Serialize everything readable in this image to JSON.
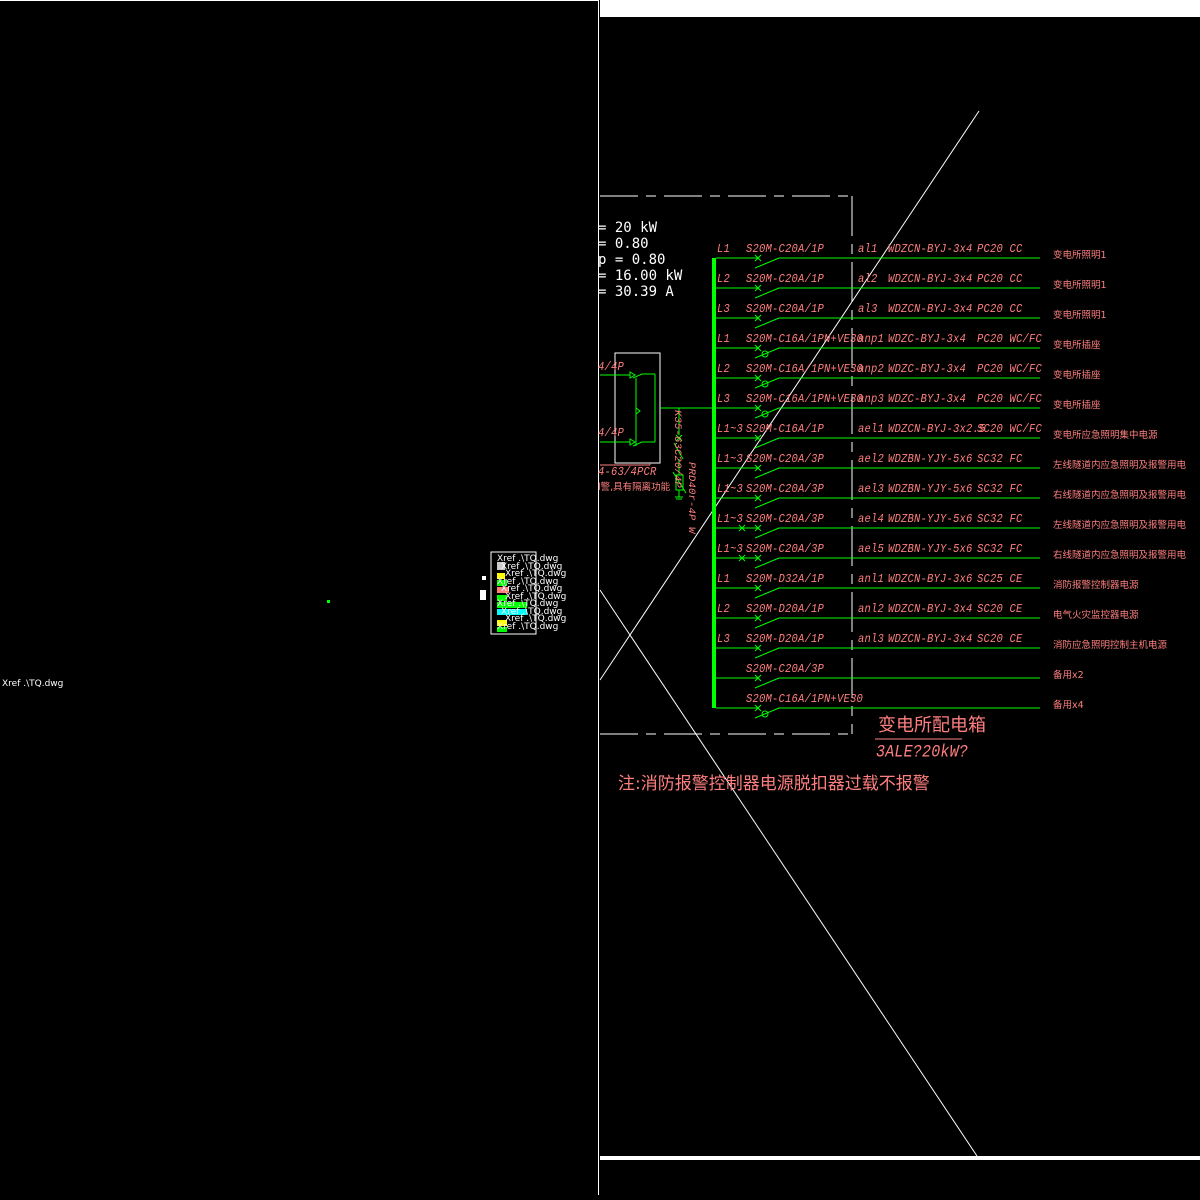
{
  "drawing": {
    "background_color": "#000000",
    "bus_color": "#00ff00",
    "text_color": "#ff7f7f",
    "line_color": "#ffffff"
  },
  "load_calc": {
    "lines": [
      "= 20 kW",
      "= 0.80",
      "p = 0.80",
      "= 16.00 kW",
      "= 30.39 A"
    ]
  },
  "incoming": {
    "breaker_top_label": "4/4P",
    "breaker_bottom_label": "4/4P",
    "ats_model": "4-63/4PCR",
    "ats_note": "l警,具有隔离功能",
    "spd_breaker": "K35-63C20/4P",
    "spd_model": "PRD40r-4P W"
  },
  "circuits": [
    {
      "phase": "L1",
      "breaker": "S20M-C20A/1P",
      "id": "al1",
      "cable": "WDZCN-BYJ-3x4",
      "conduit": "PC20 CC",
      "desc": "变电所照明1",
      "rcd": false,
      "double_x": false
    },
    {
      "phase": "L2",
      "breaker": "S20M-C20A/1P",
      "id": "al2",
      "cable": "WDZCN-BYJ-3x4",
      "conduit": "PC20 CC",
      "desc": "变电所照明1",
      "rcd": false,
      "double_x": false
    },
    {
      "phase": "L3",
      "breaker": "S20M-C20A/1P",
      "id": "al3",
      "cable": "WDZCN-BYJ-3x4",
      "conduit": "PC20 CC",
      "desc": "变电所照明1",
      "rcd": false,
      "double_x": false
    },
    {
      "phase": "L1",
      "breaker": "S20M-C16A/1PN+VE30",
      "id": "anp1",
      "cable": "WDZC-BYJ-3x4",
      "conduit": "PC20 WC/FC",
      "desc": "变电所插座",
      "rcd": true,
      "double_x": false
    },
    {
      "phase": "L2",
      "breaker": "S20M-C16A/1PN+VE30",
      "id": "anp2",
      "cable": "WDZC-BYJ-3x4",
      "conduit": "PC20 WC/FC",
      "desc": "变电所插座",
      "rcd": true,
      "double_x": false
    },
    {
      "phase": "L3",
      "breaker": "S20M-C16A/1PN+VE30",
      "id": "anp3",
      "cable": "WDZC-BYJ-3x4",
      "conduit": "PC20 WC/FC",
      "desc": "变电所插座",
      "rcd": true,
      "double_x": false
    },
    {
      "phase": "L1~3",
      "breaker": "S20M-C16A/1P",
      "id": "ael1",
      "cable": "WDZCN-BYJ-3x2.5",
      "conduit": "SC20 WC/FC",
      "desc": "变电所应急照明集中电源",
      "rcd": false,
      "double_x": false
    },
    {
      "phase": "L1~3",
      "breaker": "S20M-C20A/3P",
      "id": "ael2",
      "cable": "WDZBN-YJY-5x6",
      "conduit": "SC32 FC",
      "desc": "左线隧道内应急照明及报警用电",
      "rcd": false,
      "double_x": false
    },
    {
      "phase": "L1~3",
      "breaker": "S20M-C20A/3P",
      "id": "ael3",
      "cable": "WDZBN-YJY-5x6",
      "conduit": "SC32 FC",
      "desc": "右线隧道内应急照明及报警用电",
      "rcd": false,
      "double_x": false
    },
    {
      "phase": "L1~3",
      "breaker": "S20M-C20A/3P",
      "id": "ael4",
      "cable": "WDZBN-YJY-5x6",
      "conduit": "SC32 FC",
      "desc": "左线隧道内应急照明及报警用电",
      "rcd": false,
      "double_x": true
    },
    {
      "phase": "L1~3",
      "breaker": "S20M-C20A/3P",
      "id": "ael5",
      "cable": "WDZBN-YJY-5x6",
      "conduit": "SC32 FC",
      "desc": "右线隧道内应急照明及报警用电",
      "rcd": false,
      "double_x": true
    },
    {
      "phase": "L1",
      "breaker": "S20M-D32A/1P",
      "id": "anl1",
      "cable": "WDZCN-BYJ-3x6",
      "conduit": "SC25 CE",
      "desc": "消防报警控制器电源",
      "rcd": false,
      "double_x": false
    },
    {
      "phase": "L2",
      "breaker": "S20M-D20A/1P",
      "id": "anl2",
      "cable": "WDZCN-BYJ-3x4",
      "conduit": "SC20 CE",
      "desc": "电气火灾监控器电源",
      "rcd": false,
      "double_x": false
    },
    {
      "phase": "L3",
      "breaker": "S20M-D20A/1P",
      "id": "anl3",
      "cable": "WDZCN-BYJ-3x4",
      "conduit": "SC20 CE",
      "desc": "消防应急照明控制主机电源",
      "rcd": false,
      "double_x": false
    },
    {
      "phase": "",
      "breaker": "S20M-C20A/3P",
      "id": "",
      "cable": "",
      "conduit": "",
      "desc": "备用x2",
      "rcd": false,
      "double_x": false
    },
    {
      "phase": "",
      "breaker": "S20M-C16A/1PN+VE30",
      "id": "",
      "cable": "",
      "conduit": "",
      "desc": "备用x4",
      "rcd": true,
      "double_x": false
    }
  ],
  "panel": {
    "name": "变电所配电箱",
    "code": "3ALE?20kW?"
  },
  "note": "注:消防报警控制器电源脱扣器过载不报警",
  "xref": {
    "left_label": "Xref .\\TQ.dwg",
    "block_labels": [
      "Xref .\\TQ.dwg",
      "Xref .\\TQ.dwg",
      "Xref .\\TQ.dwg",
      "Xref .\\TQ.dwg",
      "Xref .\\TQ.dwg",
      "Xref .\\TQ.dwg",
      "Xref .\\TQ.dwg",
      "Xref .\\TQ.dwg",
      "Xref .\\TQ.dwg",
      "Xref .\\TQ.dwg"
    ]
  }
}
